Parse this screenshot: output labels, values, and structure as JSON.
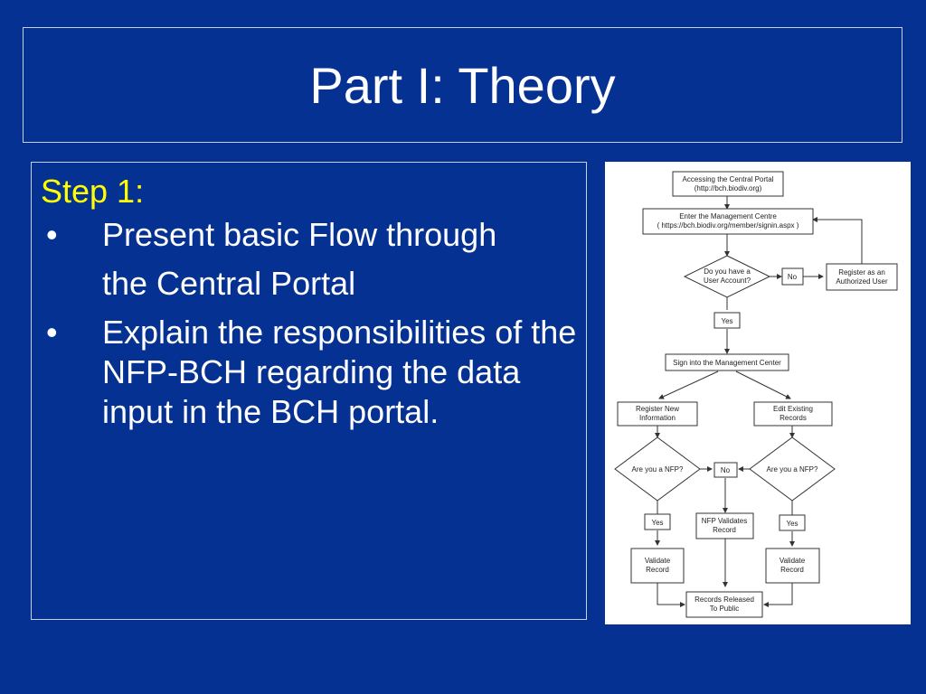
{
  "title": "Part I: Theory",
  "content": {
    "step_label": "Step 1:",
    "bullets": [
      {
        "marker": "•",
        "lines": [
          "Present basic Flow through",
          "the Central Portal"
        ]
      },
      {
        "marker": "•",
        "lines": [
          "Explain the responsibilities of the NFP-BCH regarding the data input in the BCH portal."
        ]
      }
    ]
  },
  "flowchart": {
    "access_portal": [
      "Accessing the Central Portal",
      "(http://bch.biodiv.org)"
    ],
    "enter_centre": [
      "Enter the Management Centre",
      "( https://bch.biodiv.org/member/signin.aspx )"
    ],
    "user_account_q": [
      "Do you have a",
      "User Account?"
    ],
    "no_1": "No",
    "register_user": [
      "Register as an",
      "Authorized User"
    ],
    "yes_1": "Yes",
    "sign_in": "Sign into the Management Center",
    "register_new": [
      "Register New",
      "Information"
    ],
    "edit_existing": [
      "Edit Existing",
      "Records"
    ],
    "nfp_q_left": "Are you a NFP?",
    "nfp_q_right": "Are you a NFP?",
    "no_2": "No",
    "nfp_validates": [
      "NFP Validates",
      "Record"
    ],
    "yes_left": "Yes",
    "yes_right": "Yes",
    "validate_left": [
      "Validate",
      "Record"
    ],
    "validate_right": [
      "Validate",
      "Record"
    ],
    "released": [
      "Records Released",
      "To Public"
    ]
  }
}
